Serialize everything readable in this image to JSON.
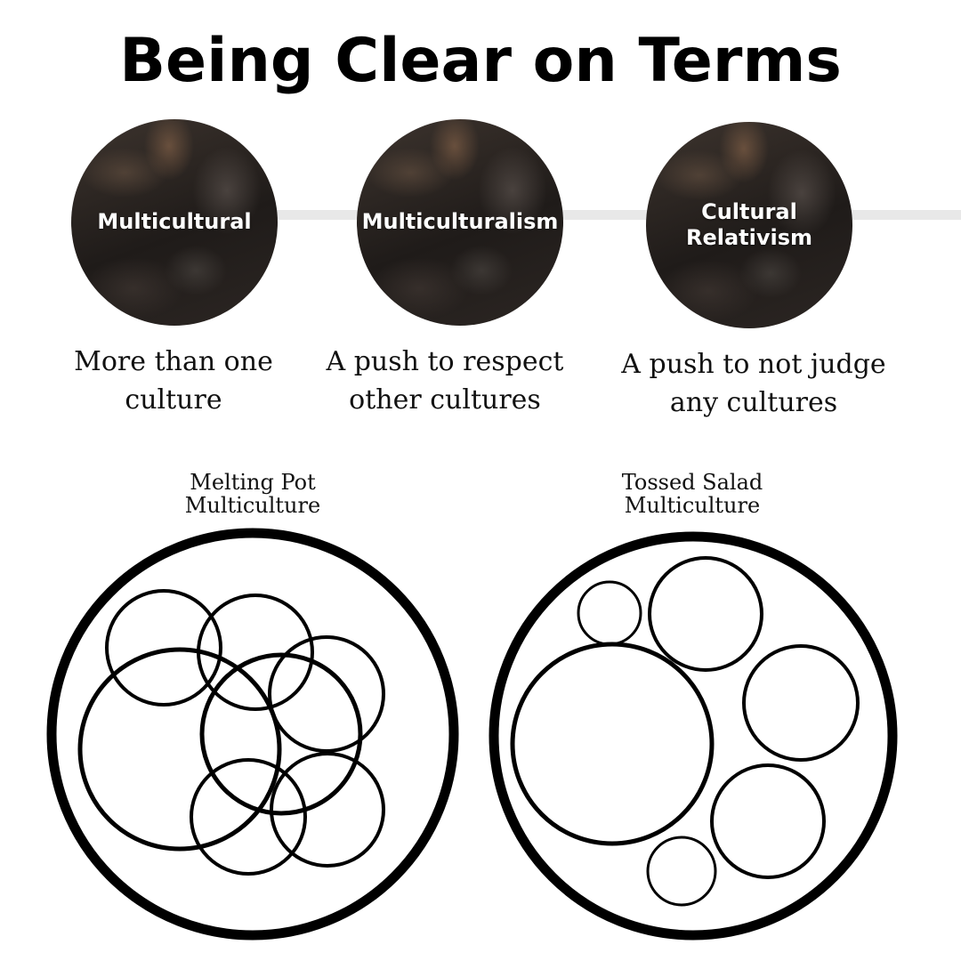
{
  "title": "Being Clear on Terms",
  "terms": [
    {
      "label": "Multicultural",
      "definition": "More than one\nculture"
    },
    {
      "label": "Multiculturalism",
      "definition": "A push to respect\nother cultures"
    },
    {
      "label": "Cultural\nRelativism",
      "definition": "A push to not judge\nany cultures"
    }
  ],
  "models": [
    {
      "label": "Melting Pot\nMulticulture"
    },
    {
      "label": "Tossed Salad\nMulticulture"
    }
  ],
  "colors": {
    "ink": "#000000",
    "connector": "#e8e8e8",
    "photo_tint": "#2a2522"
  }
}
